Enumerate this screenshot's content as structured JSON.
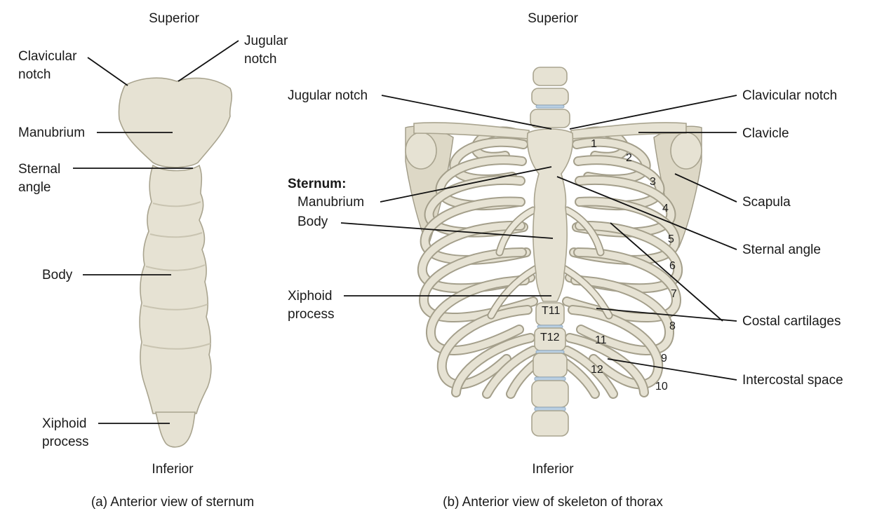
{
  "panel_a": {
    "superior": "Superior",
    "inferior": "Inferior",
    "caption": "(a) Anterior view of sternum",
    "labels": {
      "clavicular_notch_1": "Clavicular",
      "clavicular_notch_2": "notch",
      "jugular_notch_1": "Jugular",
      "jugular_notch_2": "notch",
      "manubrium": "Manubrium",
      "sternal_angle_1": "Sternal",
      "sternal_angle_2": "angle",
      "body": "Body",
      "xiphoid_1": "Xiphoid",
      "xiphoid_2": "process"
    }
  },
  "panel_b": {
    "superior": "Superior",
    "inferior": "Inferior",
    "caption": "(b) Anterior view of skeleton of thorax",
    "labels": {
      "jugular_notch": "Jugular notch",
      "sternum_heading": "Sternum:",
      "manubrium": "Manubrium",
      "body": "Body",
      "xiphoid_1": "Xiphoid",
      "xiphoid_2": "process",
      "clavicular_notch": "Clavicular notch",
      "clavicle": "Clavicle",
      "scapula": "Scapula",
      "sternal_angle": "Sternal angle",
      "costal_cartilages": "Costal cartilages",
      "intercostal_space": "Intercostal space"
    },
    "rib_numbers": [
      "1",
      "2",
      "3",
      "4",
      "5",
      "6",
      "7",
      "8",
      "9",
      "10",
      "11",
      "12"
    ],
    "vertebrae": [
      "T11",
      "T12"
    ]
  }
}
